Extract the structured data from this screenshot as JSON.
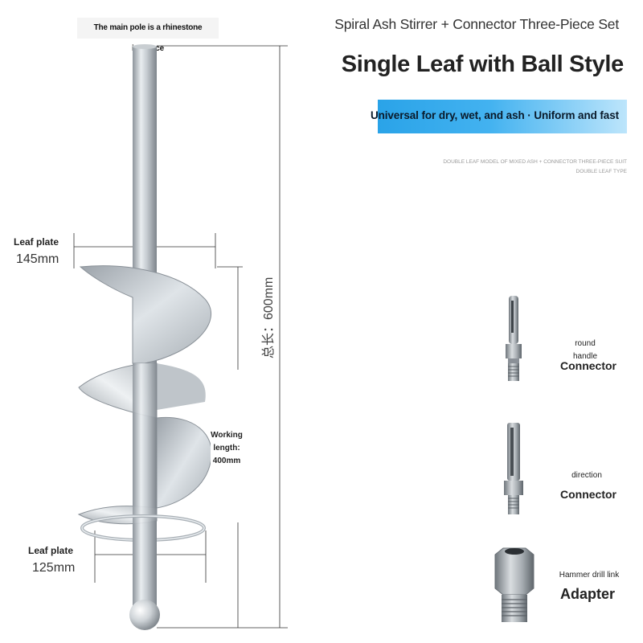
{
  "header": {
    "pole_note": "The main pole is a rhinestone interface",
    "set_title": "Spiral Ash Stirrer + Connector Three-Piece Set",
    "main_title": "Single Leaf with Ball Style",
    "banner_text": "Universal for dry, wet, and ash · Uniform and fast",
    "sub_line_1": "DOUBLE LEAF MODEL OF MIXED ASH + CONNECTOR THREE-PIECE SUIT",
    "sub_line_2": "DOUBLE LEAF TYPE",
    "banner_color": "#2aa3e8"
  },
  "dimensions": {
    "top_leaf_label": "Leaf plate",
    "top_leaf_value": "145mm",
    "bottom_leaf_label": "Leaf plate",
    "bottom_leaf_value": "125mm",
    "total_length": "总长：600mm",
    "working_length_1": "Working",
    "working_length_2": "length:",
    "working_length_3": "400mm"
  },
  "connectors": [
    {
      "sub_1": "round",
      "sub_2": "handle",
      "name": "Connector",
      "icon": "round-handle-connector-icon"
    },
    {
      "sub_1": "direction",
      "name": "Connector",
      "icon": "direction-connector-icon"
    },
    {
      "sub_1": "Hammer drill link",
      "name": "Adapter",
      "icon": "hex-adapter-icon"
    }
  ]
}
